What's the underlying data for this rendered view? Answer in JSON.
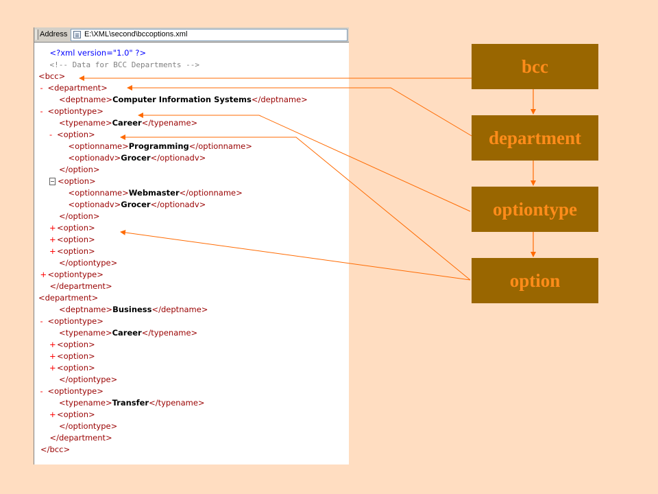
{
  "address_bar": {
    "label": "Address",
    "value": "E:\\XML\\second\\bccoptions.xml"
  },
  "xml_lines": [
    {
      "toggle": "",
      "pre": "<?xml version=\"1.0\" ?>",
      "kind": "pi"
    },
    {
      "toggle": "",
      "pre": "<!--  Data for BCC Departments   -->",
      "kind": "comment"
    },
    {
      "toggle": "-",
      "pre": "<bcc>",
      "kind": "tag"
    },
    {
      "toggle": "-",
      "pre": "<department>",
      "kind": "tag"
    },
    {
      "toggle": "",
      "pre": "<deptname>",
      "text": "Computer Information Systems",
      "post": "</deptname>",
      "kind": "elem"
    },
    {
      "toggle": "-",
      "pre": "<optiontype>",
      "kind": "tag"
    },
    {
      "toggle": "",
      "pre": "<typename>",
      "text": "Career",
      "post": "</typename>",
      "kind": "elem"
    },
    {
      "toggle": "-",
      "pre": "<option>",
      "kind": "tag"
    },
    {
      "toggle": "",
      "pre": "<optionname>",
      "text": "Programming",
      "post": "</optionname>",
      "kind": "elem"
    },
    {
      "toggle": "",
      "pre": "<optionadv>",
      "text": "Grocer",
      "post": "</optionadv>",
      "kind": "elem"
    },
    {
      "toggle": "",
      "pre": "</option>",
      "kind": "tag"
    },
    {
      "toggle": "box",
      "pre": "<option>",
      "kind": "tag"
    },
    {
      "toggle": "",
      "pre": "<optionname>",
      "text": "Webmaster",
      "post": "</optionname>",
      "kind": "elem"
    },
    {
      "toggle": "",
      "pre": "<optionadv>",
      "text": "Grocer",
      "post": "</optionadv>",
      "kind": "elem"
    },
    {
      "toggle": "",
      "pre": "</option>",
      "kind": "tag"
    },
    {
      "toggle": "+",
      "pre": "<option>",
      "kind": "tag"
    },
    {
      "toggle": "+",
      "pre": "<option>",
      "kind": "tag"
    },
    {
      "toggle": "+",
      "pre": "<option>",
      "kind": "tag"
    },
    {
      "toggle": "",
      "pre": "</optiontype>",
      "kind": "tag"
    },
    {
      "toggle": "+",
      "pre": "<optiontype>",
      "kind": "tag"
    },
    {
      "toggle": "",
      "pre": "</department>",
      "kind": "tag"
    },
    {
      "toggle": "-",
      "pre": "<department>",
      "kind": "tag"
    },
    {
      "toggle": "",
      "pre": "<deptname>",
      "text": "Business",
      "post": "</deptname>",
      "kind": "elem"
    },
    {
      "toggle": "-",
      "pre": "<optiontype>",
      "kind": "tag"
    },
    {
      "toggle": "",
      "pre": "<typename>",
      "text": "Career",
      "post": "</typename>",
      "kind": "elem"
    },
    {
      "toggle": "+",
      "pre": "<option>",
      "kind": "tag"
    },
    {
      "toggle": "+",
      "pre": "<option>",
      "kind": "tag"
    },
    {
      "toggle": "+",
      "pre": "<option>",
      "kind": "tag"
    },
    {
      "toggle": "",
      "pre": "</optiontype>",
      "kind": "tag"
    },
    {
      "toggle": "-",
      "pre": "<optiontype>",
      "kind": "tag"
    },
    {
      "toggle": "",
      "pre": "<typename>",
      "text": "Transfer",
      "post": "</typename>",
      "kind": "elem"
    },
    {
      "toggle": "+",
      "pre": "<option>",
      "kind": "tag"
    },
    {
      "toggle": "",
      "pre": "</optiontype>",
      "kind": "tag"
    },
    {
      "toggle": "",
      "pre": "</department>",
      "kind": "tag"
    },
    {
      "toggle": "",
      "pre": "</bcc>",
      "kind": "tag"
    }
  ],
  "label_boxes": {
    "bcc": "bcc",
    "department": "department",
    "optiontype": "optiontype",
    "option": "option"
  },
  "colors": {
    "background": "#FFDDC1",
    "box_fill": "#996600",
    "box_text": "#FF8C1A",
    "arrow": "#FF6A00",
    "tag": "#990000",
    "toggle": "#FF0000"
  }
}
